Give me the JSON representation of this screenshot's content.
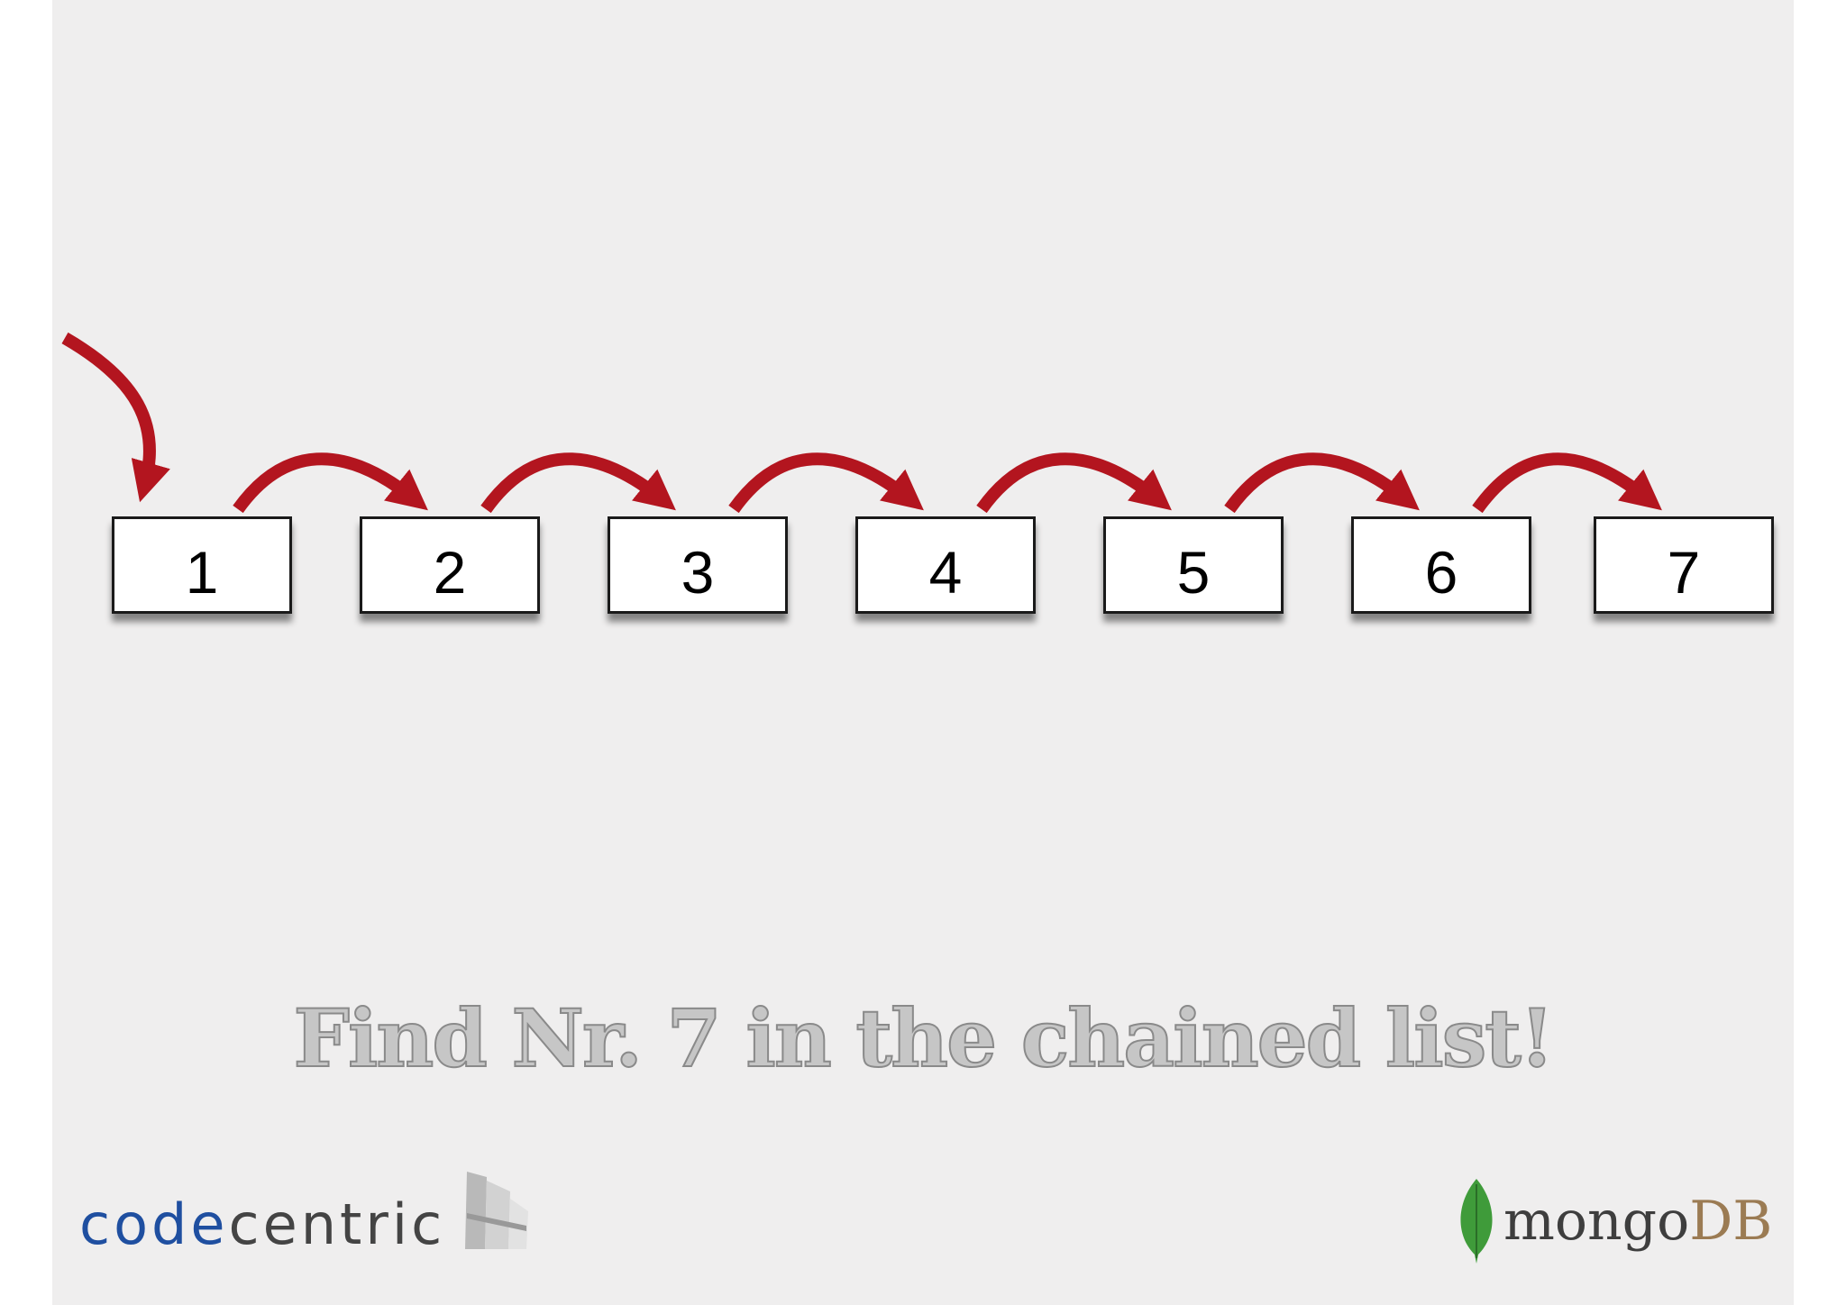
{
  "nodes": [
    "1",
    "2",
    "3",
    "4",
    "5",
    "6",
    "7"
  ],
  "caption": "Find Nr. 7 in the chained list!",
  "logos": {
    "left": {
      "prefix": "code",
      "suffix": "centric"
    },
    "right": {
      "prefix": "mongo",
      "suffix": "DB"
    }
  },
  "colors": {
    "arrow": "#b3151f",
    "background": "#efeeee",
    "mongo_leaf": "#3f9b3a",
    "codecentric_blue": "#1f4fa0"
  },
  "icons": [
    "entry-arrow-icon",
    "next-arrow-icon",
    "codecentric-mark-icon",
    "mongodb-leaf-icon"
  ]
}
